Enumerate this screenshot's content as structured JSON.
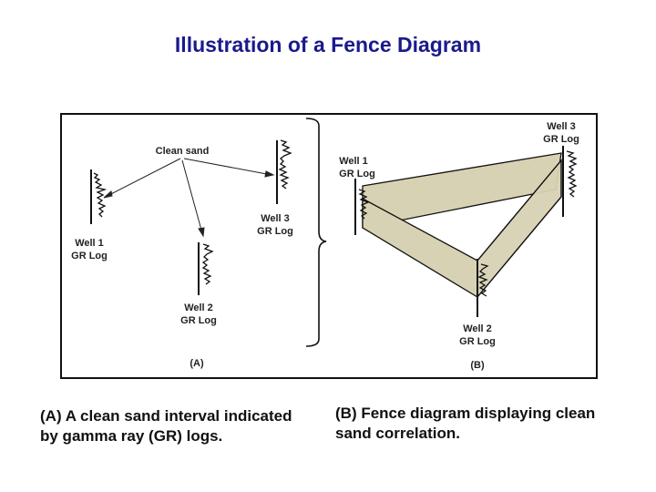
{
  "title": "Illustration of a Fence Diagram",
  "figure": {
    "panel_a": {
      "clean_sand": "Clean sand",
      "well1": [
        "Well 1",
        "GR Log"
      ],
      "well2": [
        "Well 2",
        "GR Log"
      ],
      "well3": [
        "Well 3",
        "GR Log"
      ],
      "panel_label": "(A)"
    },
    "panel_b": {
      "well1": [
        "Well 1",
        "GR Log"
      ],
      "well2": [
        "Well 2",
        "GR Log"
      ],
      "well3": [
        "Well 3",
        "GR Log"
      ],
      "panel_label": "(B)"
    },
    "colors": {
      "fence_fill": "#d8d2b4",
      "stroke": "#111111"
    }
  },
  "captions": {
    "a": "(A) A clean sand interval indicated by gamma ray (GR) logs.",
    "b": "(B) Fence diagram displaying clean sand correlation."
  }
}
